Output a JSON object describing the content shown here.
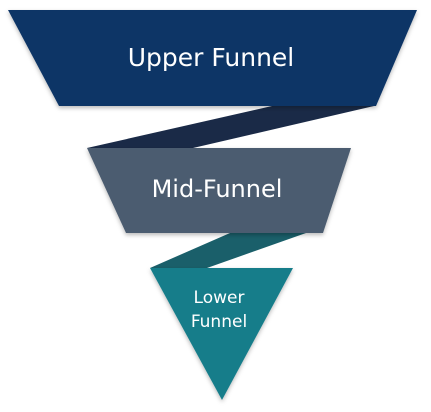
{
  "funnel": {
    "stages": [
      {
        "key": "upper",
        "label": "Upper Funnel",
        "color": "#0c3566"
      },
      {
        "key": "mid",
        "label": "Mid-Funnel",
        "color": "#4b5c70"
      },
      {
        "key": "lower",
        "label_line1": "Lower",
        "label_line2": "Funnel",
        "color": "#177d8a"
      }
    ],
    "connector_colors": {
      "upper_to_mid": "#1a2a47",
      "mid_to_lower": "#1a5f6a"
    }
  }
}
